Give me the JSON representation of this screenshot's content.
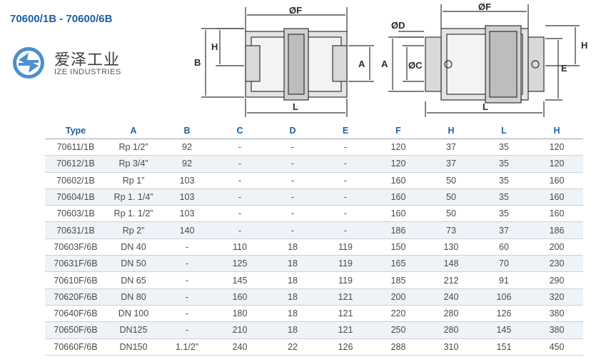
{
  "title": "70600/1B - 70600/6B",
  "logo": {
    "cn": "爱泽工业",
    "en": "IZE INDUSTRIES",
    "mark_color": "#4e8fcf"
  },
  "drawing1": {
    "dims": {
      "F": "ØF",
      "H": "H",
      "B": "B",
      "A": "A",
      "L": "L"
    }
  },
  "drawing2": {
    "dims": {
      "F": "ØF",
      "D": "ØD",
      "C": "ØC",
      "A": "A",
      "H": "H",
      "E": "E",
      "L": "L"
    }
  },
  "table": {
    "headers": [
      "Type",
      "A",
      "B",
      "C",
      "D",
      "E",
      "F",
      "H",
      "L",
      "H"
    ],
    "rows": [
      [
        "70611/1B",
        "Rp 1/2”",
        "92",
        "-",
        "-",
        "-",
        "120",
        "37",
        "35",
        "120"
      ],
      [
        "70612/1B",
        "Rp 3/4”",
        "92",
        "-",
        "-",
        "-",
        "120",
        "37",
        "35",
        "120"
      ],
      [
        "70602/1B",
        "Rp 1”",
        "103",
        "-",
        "-",
        "-",
        "160",
        "50",
        "35",
        "160"
      ],
      [
        "70604/1B",
        "Rp 1. 1/4”",
        "103",
        "-",
        "-",
        "-",
        "160",
        "50",
        "35",
        "160"
      ],
      [
        "70603/1B",
        "Rp 1. 1/2”",
        "103",
        "-",
        "-",
        "-",
        "160",
        "50",
        "35",
        "160"
      ],
      [
        "70631/1B",
        "Rp 2”",
        "140",
        "-",
        "-",
        "-",
        "186",
        "73",
        "37",
        "186"
      ],
      [
        "70603F/6B",
        "DN 40",
        "-",
        "110",
        "18",
        "119",
        "150",
        "130",
        "60",
        "200"
      ],
      [
        "70631F/6B",
        "DN 50",
        "-",
        "125",
        "18",
        "119",
        "165",
        "148",
        "70",
        "230"
      ],
      [
        "70610F/6B",
        "DN 65",
        "-",
        "145",
        "18",
        "119",
        "185",
        "212",
        "91",
        "290"
      ],
      [
        "70620F/6B",
        "DN 80",
        "-",
        "160",
        "18",
        "121",
        "200",
        "240",
        "106",
        "320"
      ],
      [
        "70640F/6B",
        "DN 100",
        "-",
        "180",
        "18",
        "121",
        "220",
        "280",
        "126",
        "380"
      ],
      [
        "70650F/6B",
        "DN125",
        "-",
        "210",
        "18",
        "121",
        "250",
        "280",
        "145",
        "380"
      ],
      [
        "70660F/6B",
        "DN150",
        "1.1/2”",
        "240",
        "22",
        "126",
        "288",
        "310",
        "151",
        "450"
      ]
    ]
  }
}
